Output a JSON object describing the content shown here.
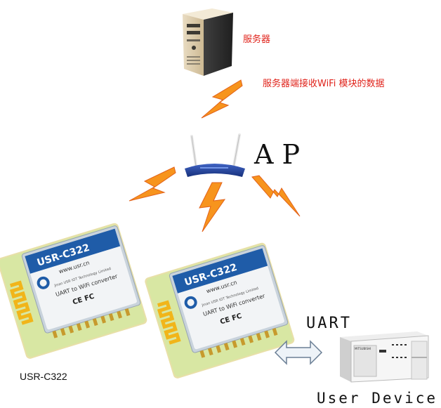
{
  "server": {
    "label": "服务器",
    "receive_text": "服务器端接收WiFi 模块的数据"
  },
  "ap": {
    "label": "A P"
  },
  "modules": [
    {
      "model": "USR-C322",
      "website": "www.usr.cn",
      "maker": "Jinan USR IOT Technology Limited",
      "subtitle": "UART to WiFi converter",
      "cert": "CE FC"
    },
    {
      "model": "USR-C322",
      "website": "www.usr.cn",
      "maker": "Jinan USR IOT Technology Limited",
      "subtitle": "UART to WiFi converter",
      "cert": "CE FC"
    }
  ],
  "module_caption": "USR-C322",
  "uart": {
    "label": "UART"
  },
  "device": {
    "label": "User Device",
    "brand": "MITSUBISHI"
  },
  "colors": {
    "red_text": "#e0231b",
    "lightning": "#f7941d",
    "router_blue": "#1f3c8f",
    "module_pcb": "#5aa63a"
  }
}
